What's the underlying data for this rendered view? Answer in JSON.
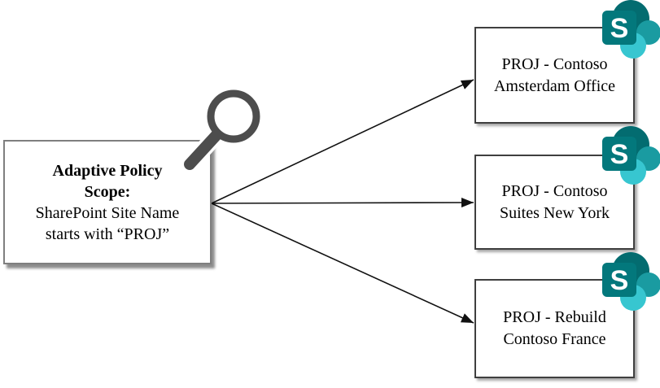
{
  "diagram": {
    "scope_box": {
      "title": "Adaptive Policy Scope:",
      "title_lines": [
        "Adaptive Policy",
        "Scope:"
      ],
      "body": "SharePoint Site Name starts with “PROJ”",
      "body_lines": [
        "SharePoint Site Name",
        "starts with “PROJ”"
      ]
    },
    "sites": [
      {
        "label": "PROJ - Contoso Amsterdam Office",
        "lines": [
          "PROJ - Contoso",
          "Amsterdam Office"
        ]
      },
      {
        "label": "PROJ - Contoso Suites New York",
        "lines": [
          "PROJ - Contoso",
          "Suites New York"
        ]
      },
      {
        "label": "PROJ - Rebuild Contoso France",
        "lines": [
          "PROJ - Rebuild",
          "Contoso France"
        ]
      }
    ],
    "sharepoint_icon": {
      "letter": "S",
      "colors": {
        "primary_circle": "#036C70",
        "secondary_circle": "#1A9BA1",
        "tertiary_circle": "#37C6D0",
        "tile": "#03787C",
        "letter": "#FFFFFF"
      }
    },
    "magnifier_color": "#4d4d4d",
    "arrow_color": "#111111"
  }
}
